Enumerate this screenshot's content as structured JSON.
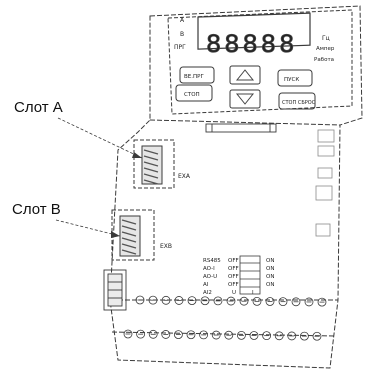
{
  "callouts": {
    "slot_a": "Слот A",
    "slot_b": "Слот B"
  },
  "keypad": {
    "display_digits": "88888",
    "indicator_left": [
      "A",
      "B",
      "ПРГ"
    ],
    "indicator_right": [
      "Гц",
      "Ампер",
      "Работа"
    ],
    "key_prg": "ВЕ.ПРГ",
    "key_start": "ПУСК",
    "key_left_lower": "СТОП",
    "key_stop_reset": "СТОП СБРОС"
  },
  "slot_marks": {
    "a": "EXA",
    "b": "EXB"
  },
  "dip_switches": {
    "rows": [
      {
        "label": "RS485",
        "off": "OFF",
        "on": "ON"
      },
      {
        "label": "AO-I",
        "off": "OFF",
        "on": "ON"
      },
      {
        "label": "AO-U",
        "off": "OFF",
        "on": "ON"
      },
      {
        "label": "AI",
        "off": "OFF",
        "on": "ON"
      },
      {
        "label": "AI2",
        "off": "U",
        "on": "I"
      }
    ]
  },
  "colors": {
    "line": "#3a3a3a",
    "light_line": "#8a8a8a",
    "text": "#111111"
  }
}
